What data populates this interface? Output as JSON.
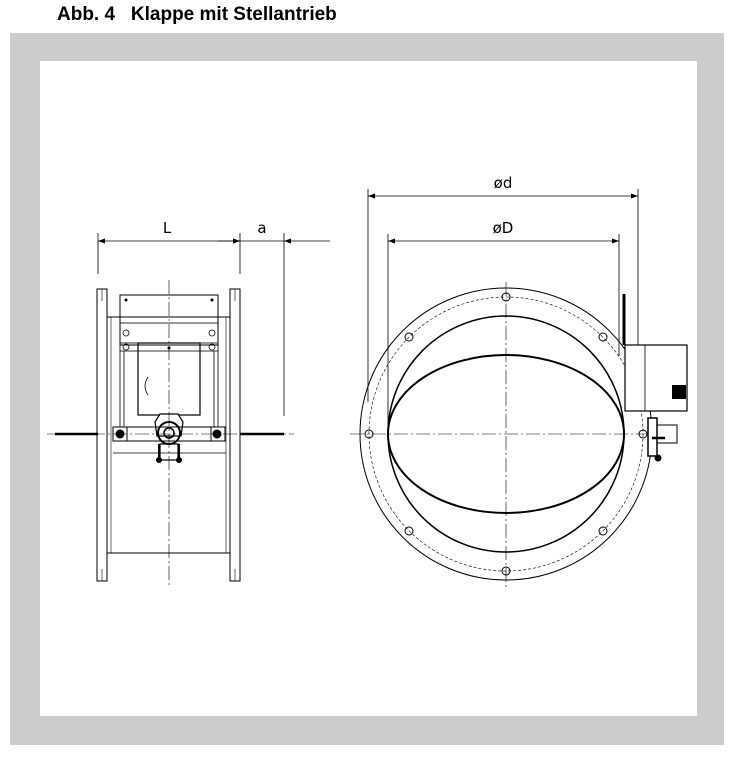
{
  "figure": {
    "caption": "Abb. 4   Klappe mit Stellantrieb"
  },
  "dimensions": {
    "L": "L",
    "a": "a",
    "outer_diameter": "ød",
    "inner_diameter": "øD"
  },
  "colors": {
    "frame": "#cccccc",
    "background": "#ffffff",
    "line": "#000000"
  }
}
